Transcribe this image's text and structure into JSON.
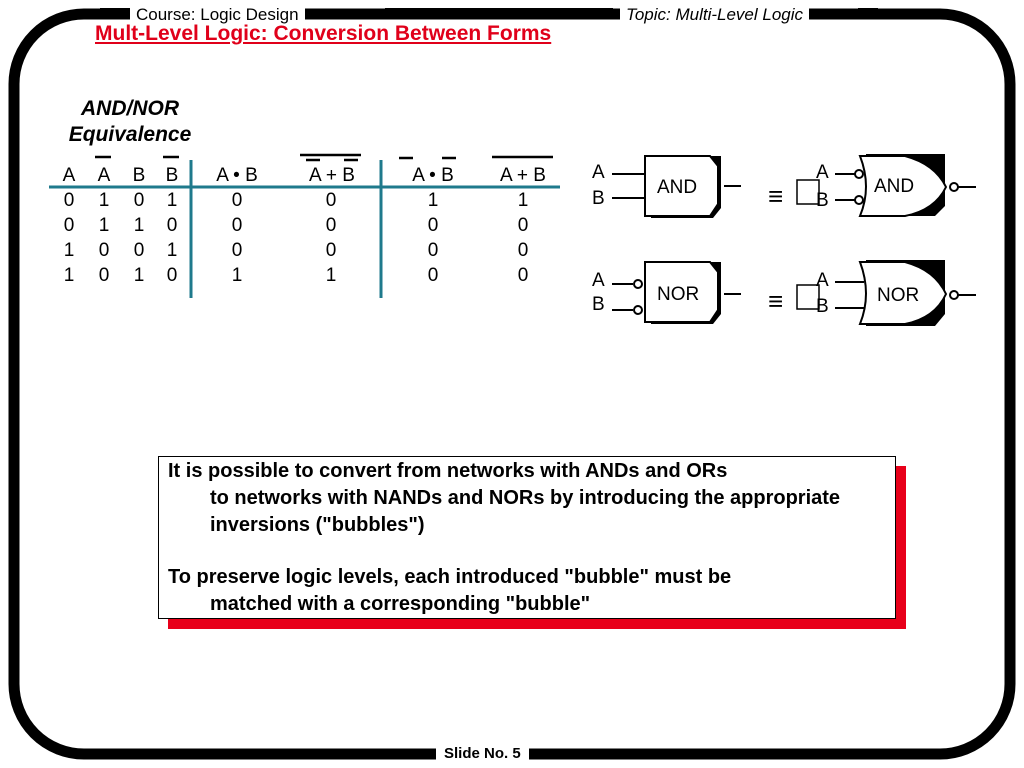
{
  "header": {
    "course": "Course: Logic Design",
    "topic": "Topic: Multi-Level Logic",
    "title": "Mult-Level Logic: Conversion Between Forms"
  },
  "equivalence": {
    "title_line1": "AND/NOR",
    "title_line2": "Equivalence"
  },
  "truth_table": {
    "columns": [
      {
        "label": "A",
        "overbar": "none"
      },
      {
        "label": "A",
        "overbar": "full"
      },
      {
        "label": "B",
        "overbar": "none"
      },
      {
        "label": "B",
        "overbar": "full"
      },
      {
        "label": "A • B",
        "overbar": "none"
      },
      {
        "label": "A + B",
        "overbar": "full+terms"
      },
      {
        "label": "A • B",
        "overbar": "terms"
      },
      {
        "label": "A + B",
        "overbar": "full"
      }
    ],
    "rows": [
      [
        "0",
        "1",
        "0",
        "1",
        "0",
        "0",
        "1",
        "1"
      ],
      [
        "0",
        "1",
        "1",
        "0",
        "0",
        "0",
        "0",
        "0"
      ],
      [
        "1",
        "0",
        "0",
        "1",
        "0",
        "0",
        "0",
        "0"
      ],
      [
        "1",
        "0",
        "1",
        "0",
        "1",
        "1",
        "0",
        "0"
      ]
    ]
  },
  "gates": {
    "and_label": "AND",
    "nor_label": "NOR",
    "input_a": "A",
    "input_b": "B",
    "equiv_symbol": "≡"
  },
  "text_box": {
    "para1_first": "It is possible to convert from networks with ANDs and ORs",
    "para1_rest": "to networks with NANDs and NORs by introducing the appropriate inversions (\"bubbles\")",
    "para2_first": "To preserve logic levels, each introduced \"bubble\" must be",
    "para2_rest": "matched with a corresponding \"bubble\""
  },
  "footer": {
    "slide_label": "Slide  No. 5"
  },
  "colors": {
    "title_red": "#e0001a",
    "shadow_red": "#e8001a",
    "table_rule": "#1f7a8c"
  }
}
